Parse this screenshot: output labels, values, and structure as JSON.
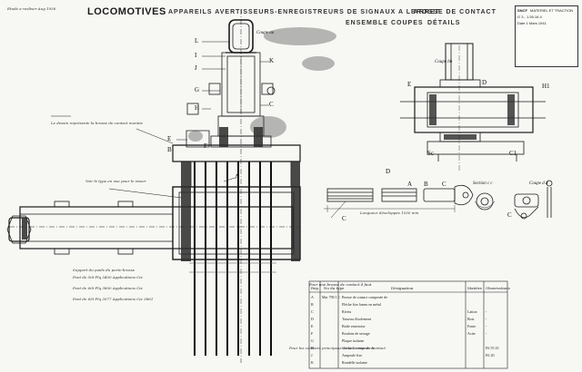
{
  "header": {
    "left_note": "Etude a realiser Aug 1936",
    "title": "LOCOMOTIVES",
    "title2": "APPAREILS AVERTISSEURS-ENREGISTREURS DE SIGNAUX A L'ARRET",
    "title3": "BROSSE DE CONTACT",
    "sub1": "ENSEMBLE",
    "sub2": "COUPES",
    "sub3": "DÉTAILS"
  },
  "title_block": {
    "company": "SNCF",
    "dept": "MATERIEL ET TRACTION",
    "drawing_no": "G 3 - 1.55.16.4",
    "sheet": "Date 1 Mars 1941"
  },
  "views": {
    "section_aa": "Coupe aa",
    "section_bb": "Coupe bb",
    "section_cc": "Section c c",
    "section_dd": "Coupe d d",
    "view_d": "D"
  },
  "labels": {
    "L": "L",
    "I": "I",
    "J": "J",
    "K": "K",
    "G": "G",
    "H": "H",
    "E": "E",
    "B": "B",
    "F": "F",
    "A": "A",
    "C": "C",
    "S": "S",
    "D": "D",
    "C1": "C1",
    "Sc": "Sc",
    "H1": "H1"
  },
  "notes": {
    "note1": "Le dessin représente la brosse de contact montée",
    "note2": "Voir le type en vue pour le visser",
    "note3": "Support du poids du porte-brosse",
    "support_refs": [
      "Pont de 50t Plq 3400  Applications Cie",
      "Pont de 60t Plq 3800  Applications Cie",
      "Pont de 65t Plq 3977  Applications Cie 3861"
    ],
    "dim_label": "Longueur développée 1030 mm",
    "bottom_note": "Pour les contacts principaux de la brosse de contact"
  },
  "parts_table": {
    "header_left": "Pour une brosse de contact il faut",
    "col_ref": "Rep.",
    "col_no": "No du type",
    "col_desc": "Désignation",
    "col_mat": "Matière",
    "col_obs": "Observations",
    "rows": [
      {
        "ref": "A",
        "no": "Mar 790 1 C",
        "desc": "Brosse de contact composée de",
        "mat": "",
        "obs": ""
      },
      {
        "ref": "B",
        "no": "",
        "desc": "Flèche fixe lames en métal",
        "mat": "",
        "obs": ""
      },
      {
        "ref": "C",
        "no": "",
        "desc": "Rivets",
        "mat": "Laiton",
        "obs": "-"
      },
      {
        "ref": "D",
        "no": "",
        "desc": "Tasseau d'isolement",
        "mat": "Bois",
        "obs": "-"
      },
      {
        "ref": "E",
        "no": "",
        "desc": "Bride entretoise",
        "mat": "Fonte",
        "obs": "-"
      },
      {
        "ref": "F",
        "no": "",
        "desc": "Boulons de serrage",
        "mat": "Acier",
        "obs": "-"
      },
      {
        "ref": "G",
        "no": "",
        "desc": "Plaque isolante",
        "mat": "",
        "obs": ""
      },
      {
        "ref": "H",
        "no": "",
        "desc": "Contacts composés de",
        "mat": "",
        "obs": "Fil 55 25"
      },
      {
        "ref": "J",
        "no": "",
        "desc": "Ampoule fixe",
        "mat": "",
        "obs": "Fil 20"
      },
      {
        "ref": "K",
        "no": "",
        "desc": "Rondelle isolante",
        "mat": "",
        "obs": ""
      }
    ]
  },
  "colors": {
    "paper": "#f7f7f4",
    "ink": "#1a1a1a",
    "stain": "#3a3a3a"
  }
}
